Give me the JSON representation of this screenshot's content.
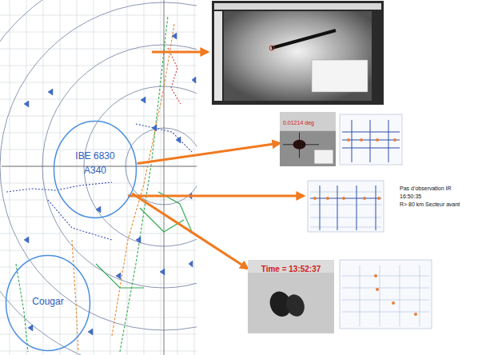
{
  "diagram": {
    "nodes": [
      {
        "text": [
          "IBE 6830 A340"
        ]
      },
      {
        "text": [
          "Cougar"
        ]
      },
      {
        "text": [
          "0.01214 deg"
        ]
      },
      {
        "text": [
          "Time = 13:52:37"
        ]
      }
    ],
    "edges": [
      {
        "from": 0,
        "to": 2,
        "arrow": "to"
      },
      {
        "from": 0,
        "to": 3,
        "arrow": "to"
      }
    ],
    "labels": [
      "Pas d’observation IR",
      "16:50:35",
      "R> 80 km Secteur avant"
    ]
  }
}
